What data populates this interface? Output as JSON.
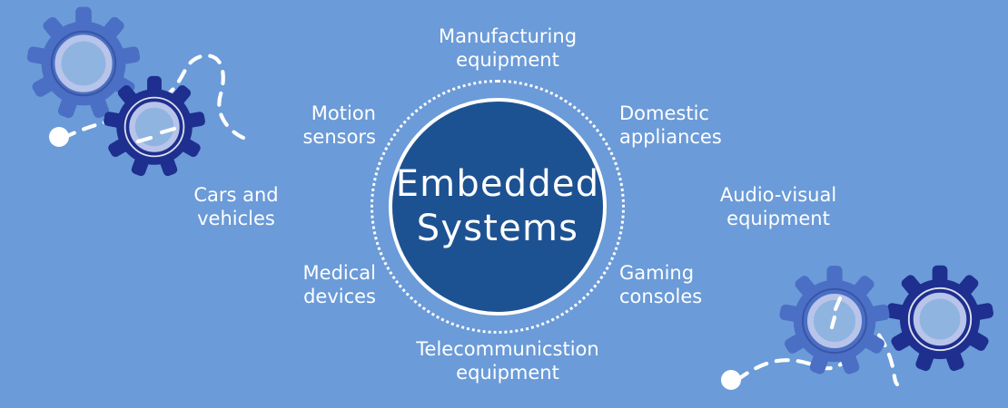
{
  "diagram": {
    "hub": {
      "title": "Embedded\nSystems",
      "shape": "circle"
    },
    "labels": [
      {
        "id": "manufacturing",
        "text": "Manufacturing\nequipment",
        "align": "center",
        "position": "top"
      },
      {
        "id": "motion",
        "text": "Motion\nsensors",
        "align": "right",
        "position": "upper-left"
      },
      {
        "id": "domestic",
        "text": "Domestic\nappliances",
        "align": "left",
        "position": "upper-right"
      },
      {
        "id": "cars",
        "text": "Cars and\nvehicles",
        "align": "center",
        "position": "left"
      },
      {
        "id": "audiovisual",
        "text": "Audio-visual\nequipment",
        "align": "center",
        "position": "right"
      },
      {
        "id": "medical",
        "text": "Medical\ndevices",
        "align": "right",
        "position": "lower-left"
      },
      {
        "id": "gaming",
        "text": "Gaming\nconsoles",
        "align": "left",
        "position": "lower-right"
      },
      {
        "id": "telecom",
        "text": "Telecommunicstion\nequipment",
        "align": "center",
        "position": "bottom"
      }
    ],
    "decorations": {
      "gears": [
        {
          "id": "gear-top-left-large",
          "shade": "medium",
          "teeth": 9
        },
        {
          "id": "gear-top-left-small",
          "shade": "dark",
          "teeth": 9
        },
        {
          "id": "gear-bottom-right-left",
          "shade": "medium",
          "teeth": 9
        },
        {
          "id": "gear-bottom-right-right",
          "shade": "dark",
          "teeth": 9
        }
      ],
      "dashed_paths": [
        {
          "id": "dashed-path-top-left",
          "endpoint_dot": true
        },
        {
          "id": "dashed-path-bottom-right",
          "endpoint_dot": true
        }
      ]
    }
  },
  "colors": {
    "background": "#6b9bd8",
    "hub_fill": "#1d5292",
    "text": "#ffffff",
    "gear_medium": "#4a6fc4",
    "gear_dark": "#1e2f8f",
    "gear_ring": "#b8c4ea",
    "gear_center": "#8fb4e0",
    "dash": "#ffffff"
  }
}
